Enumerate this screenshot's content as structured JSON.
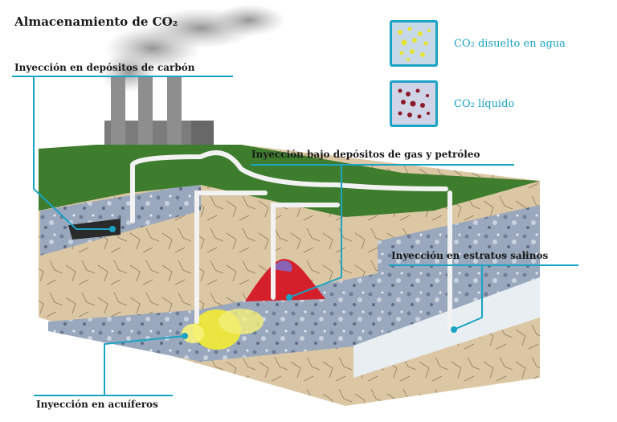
{
  "title": "Almacenamiento de CO₂",
  "legend": [
    {
      "label": "CO₂ disuelto en agua",
      "icon": "yellow-dots-icon",
      "color": "#e9e63a"
    },
    {
      "label": "CO₂ líquido",
      "icon": "red-dots-icon",
      "color": "#8b1a2a"
    }
  ],
  "callouts": {
    "coal": "Inyección en depósitos de carbón",
    "gas_oil": "Inyección bajo depósitos de gas y petróleo",
    "saline": "Inyección en estratos salinos",
    "aquifer": "Inyección en acuíferos"
  },
  "colors": {
    "accent": "#1aa3c4",
    "grass": "#3f7d2e",
    "soil": "#d8c3a0",
    "rock": "#8fa0b8",
    "gas": "#8a63b5",
    "oil": "#d4202a"
  }
}
